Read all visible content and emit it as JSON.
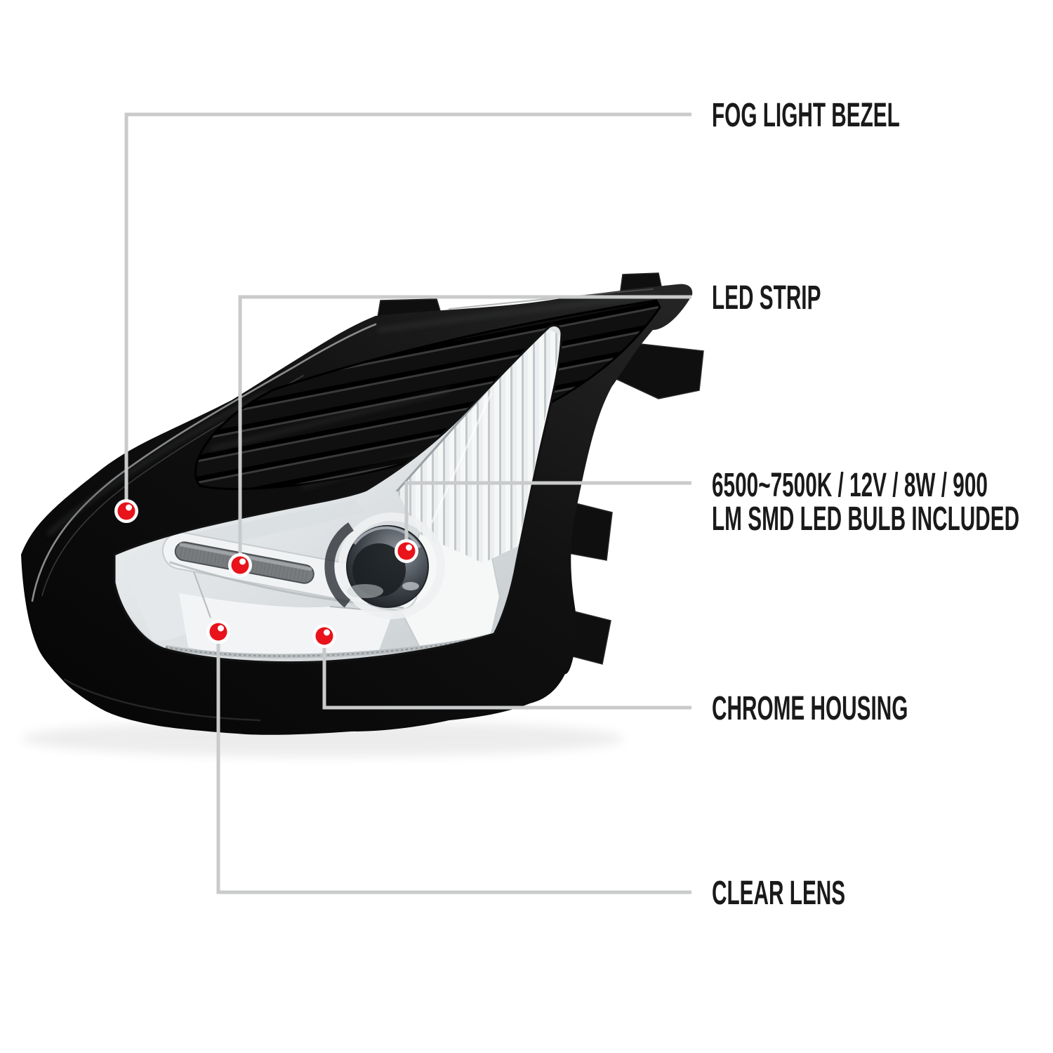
{
  "diagram_title": "fog light assembly callout diagram",
  "colors": {
    "background": "#ffffff",
    "marker_red": "#e8131b",
    "marker_ring": "#ffffff",
    "leader_line": "#c9cacb",
    "label_text": "#1a1a1a",
    "bezel_black": "#0d0d0d",
    "chrome_light": "#eef0f1"
  },
  "callouts": [
    {
      "id": "fog-light-bezel",
      "label": "FOG LIGHT BEZEL"
    },
    {
      "id": "led-strip",
      "label": "LED STRIP"
    },
    {
      "id": "led-bulb-spec",
      "line1": "6500~7500K / 12V / 8W / 900",
      "line2": "LM SMD LED BULB INCLUDED"
    },
    {
      "id": "chrome-housing",
      "label": "CHROME HOUSING"
    },
    {
      "id": "clear-lens",
      "label": "CLEAR LENS"
    }
  ]
}
